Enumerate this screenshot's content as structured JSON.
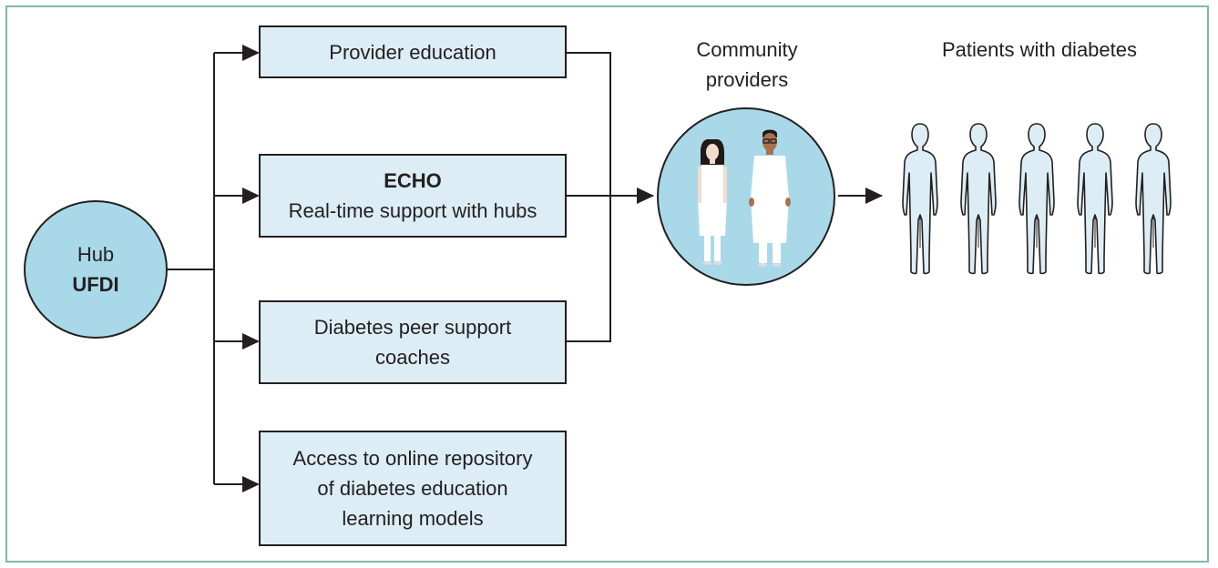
{
  "hub": {
    "line1": "Hub",
    "line2": "UFDI"
  },
  "programs": [
    {
      "lines": [
        "Provider education"
      ]
    },
    {
      "title": "ECHO",
      "lines": [
        "Real-time support with hubs"
      ]
    },
    {
      "lines": [
        "Diabetes peer support",
        "coaches"
      ]
    },
    {
      "lines": [
        "Access to online repository",
        "of diabetes education",
        "learning models"
      ]
    }
  ],
  "community": {
    "heading_line1": "Community",
    "heading_line2": "providers"
  },
  "patients": {
    "heading": "Patients with diabetes",
    "count": 5
  },
  "colors": {
    "box_fill": "#dcedf5",
    "circle_fill": "#a9d9e9",
    "frame_border": "#7fb9a6",
    "line": "#231f20",
    "skin_light": "#f2dccd",
    "skin_dark": "#a7714f",
    "hair": "#1f1a17",
    "coat": "#ffffff",
    "person_fill": "#dcedf5"
  }
}
